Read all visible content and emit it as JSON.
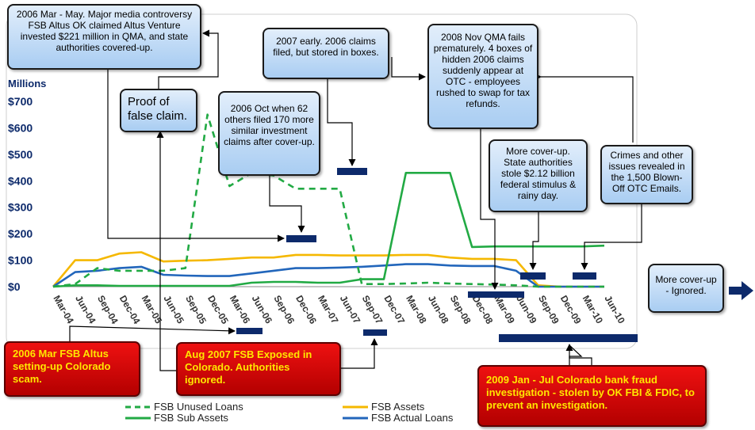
{
  "chart_data": {
    "type": "line",
    "ylabel": "Millions",
    "ylim": [
      0,
      700
    ],
    "yticks": [
      "$0",
      "$100",
      "$200",
      "$300",
      "$400",
      "$500",
      "$600",
      "$700"
    ],
    "categories": [
      "Mar-04",
      "Jun-04",
      "Sep-04",
      "Dec-04",
      "Mar-05",
      "Jun-05",
      "Sep-05",
      "Dec-05",
      "Mar-06",
      "Jun-06",
      "Sep-06",
      "Dec-06",
      "Mar-07",
      "Jun-07",
      "Sep-07",
      "Dec-07",
      "Mar-08",
      "Jun-08",
      "Sep-08",
      "Dec-08",
      "Mar-09",
      "Jun-09",
      "Sep-09",
      "Dec-09",
      "Mar-10",
      "Jun-10"
    ],
    "grid": false,
    "legend_position": "bottom",
    "series": [
      {
        "name": "FSB Unused Loans",
        "color": "#22aa44",
        "dash": true,
        "values": [
          0,
          10,
          70,
          60,
          60,
          60,
          70,
          650,
          380,
          430,
          420,
          370,
          370,
          370,
          10,
          10,
          12,
          15,
          12,
          10,
          8,
          5,
          0,
          0,
          0,
          0
        ]
      },
      {
        "name": "FSB Assets",
        "color": "#f5b800",
        "dash": false,
        "values": [
          0,
          100,
          100,
          125,
          130,
          95,
          98,
          100,
          105,
          110,
          110,
          120,
          120,
          118,
          118,
          118,
          120,
          120,
          110,
          105,
          105,
          100,
          5,
          0,
          0,
          0
        ]
      },
      {
        "name": "FSB Sub Assets",
        "color": "#22aa44",
        "dash": false,
        "values": [
          0,
          5,
          5,
          3,
          3,
          3,
          3,
          3,
          3,
          15,
          18,
          18,
          15,
          15,
          28,
          28,
          430,
          430,
          430,
          150,
          152,
          152,
          152,
          152,
          152,
          155
        ]
      },
      {
        "name": "FSB Actual Loans",
        "color": "#2266bb",
        "dash": false,
        "values": [
          0,
          55,
          60,
          70,
          75,
          45,
          42,
          40,
          40,
          50,
          60,
          70,
          70,
          72,
          75,
          80,
          85,
          85,
          80,
          78,
          78,
          60,
          0,
          0,
          0,
          0
        ]
      }
    ]
  },
  "callouts": {
    "media_controversy": "2006 Mar - May.  Major media controversy FSB Altus OK claimed Altus Venture invested $221 million in QMA,  and state authorities covered-up.",
    "proof": "Proof of false claim.",
    "oct_2006": "2006 Oct when 62 others filed 170 more similar investment claims after cover-up.",
    "early_2007": "2007 early. 2006 claims filed, but stored in boxes.",
    "nov_2008": "2008 Nov QMA fails prematurely. 4 boxes of hidden 2006 claims suddenly appear at OTC - employees rushed to swap for tax refunds.",
    "cover_up": "More cover-up. State authorities stole $2.12 billion federal stimulus & rainy day.",
    "crimes": "Crimes and other issues revealed in the 1,500 Blown-Off OTC Emails.",
    "ignored": "More cover-up - Ignored."
  },
  "red_boxes": {
    "altus_2006": "2006 Mar FSB Altus setting-up Colorado scam.",
    "aug_2007": "Aug 2007 FSB Exposed in Colorado. Authorities ignored.",
    "jan_2009": "2009 Jan - Jul Colorado bank fraud investigation - stolen by OK FBI & FDIC, to prevent an investigation."
  },
  "colors": {
    "navy": "#0d2a6b",
    "callout_fill": "#b9d7f5",
    "red_fill": "#dd0000",
    "red_text": "#ffe600"
  }
}
